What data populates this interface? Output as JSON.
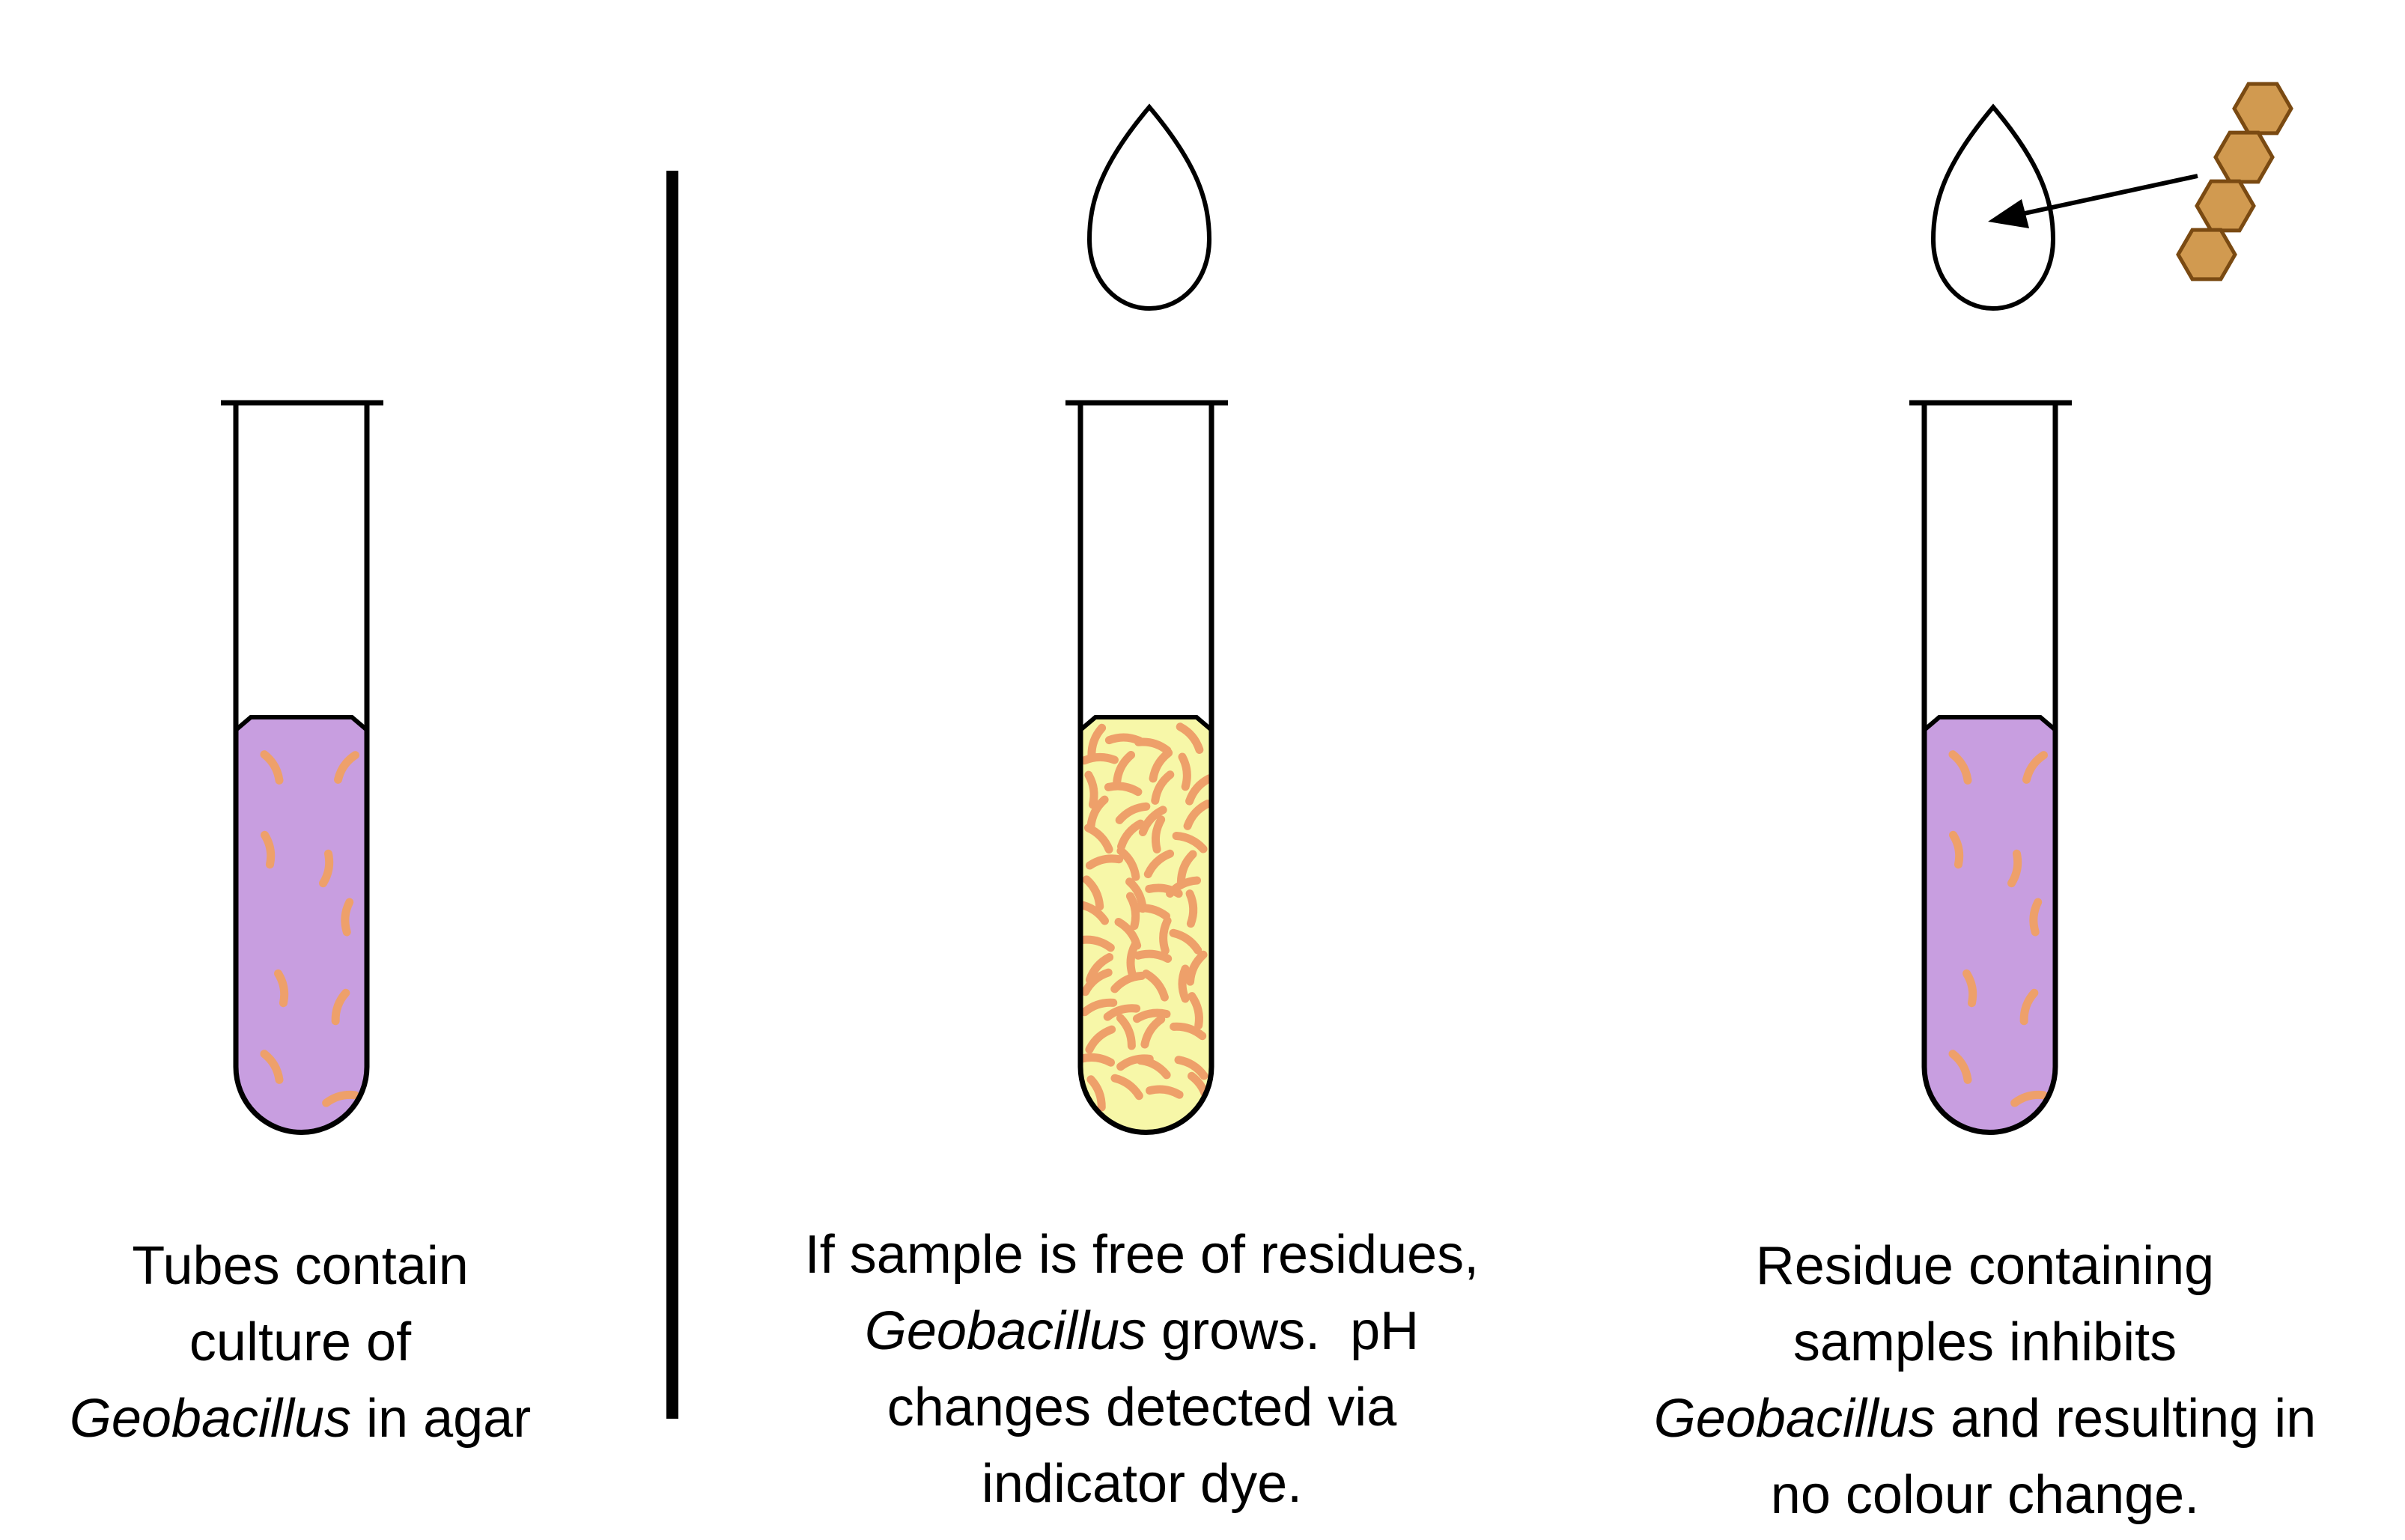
{
  "colors": {
    "agar_purple": "#c89ee0",
    "agar_yellow": "#f7f7a8",
    "bacteria": "#eea06a",
    "residue_fill": "#d19a50",
    "residue_stroke": "#7a4a12",
    "outline": "#000000"
  },
  "icons": [
    "water-drop-icon",
    "residue-molecule-icon",
    "arrow-icon"
  ],
  "captions": {
    "left": {
      "l1": "Tubes contain",
      "l2": "culture of",
      "l3_italic": "Geobacillus",
      "l3_rest": " in agar"
    },
    "middle": {
      "l1": "If sample is free of residues,",
      "l2_italic": "Geobacillus",
      "l2_rest": " grows.  pH",
      "l3": "changes detected via",
      "l4": "indicator dye."
    },
    "right": {
      "l1": "Residue containing",
      "l2": "samples inhibits",
      "l3_italic": "Geobacillus",
      "l3_rest": " and resulting in",
      "l4": "no colour change."
    }
  }
}
